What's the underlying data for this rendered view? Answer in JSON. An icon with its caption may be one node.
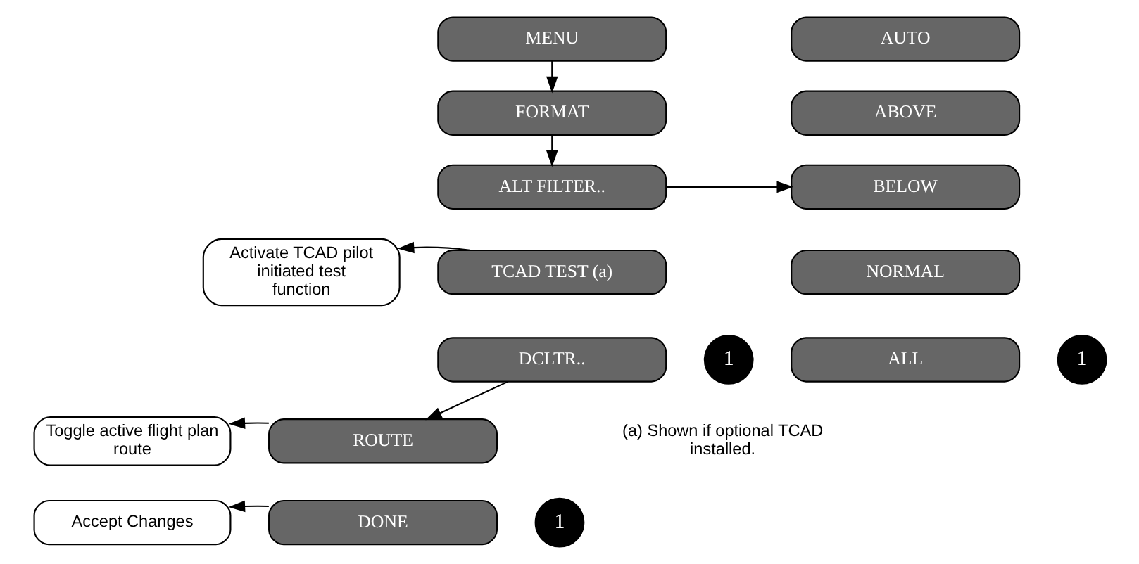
{
  "diagram": {
    "nodes": [
      {
        "text": [
          "MENU"
        ]
      },
      {
        "text": [
          "FORMAT"
        ]
      },
      {
        "text": [
          "ALT FILTER.."
        ]
      },
      {
        "text": [
          "TCAD TEST (a)"
        ]
      },
      {
        "text": [
          "DCLTR.."
        ]
      },
      {
        "text": [
          "1"
        ]
      },
      {
        "text": [
          "AUTO"
        ]
      },
      {
        "text": [
          "ABOVE"
        ]
      },
      {
        "text": [
          "BELOW"
        ]
      },
      {
        "text": [
          "NORMAL"
        ]
      },
      {
        "text": [
          "ALL"
        ]
      },
      {
        "text": [
          "1"
        ]
      },
      {
        "text": [
          "Activate TCAD pilot initiated test function"
        ]
      },
      {
        "text": [
          "ROUTE"
        ]
      },
      {
        "text": [
          "DONE"
        ]
      },
      {
        "text": [
          "1"
        ]
      },
      {
        "text": [
          "Toggle active flight plan route"
        ]
      },
      {
        "text": [
          "Accept Changes"
        ]
      }
    ],
    "edges": [
      {
        "from": 0,
        "to": 1,
        "arrow": "to"
      },
      {
        "from": 1,
        "to": 2,
        "arrow": "to"
      },
      {
        "from": 2,
        "to": 8,
        "arrow": "to"
      },
      {
        "from": 3,
        "to": 12,
        "arrow": "to"
      },
      {
        "from": 4,
        "to": 13,
        "arrow": "to"
      },
      {
        "from": 13,
        "to": 16,
        "arrow": "to"
      },
      {
        "from": 14,
        "to": 17,
        "arrow": "to"
      }
    ],
    "labels": [
      "(a) Shown if optional TCAD installed."
    ]
  }
}
